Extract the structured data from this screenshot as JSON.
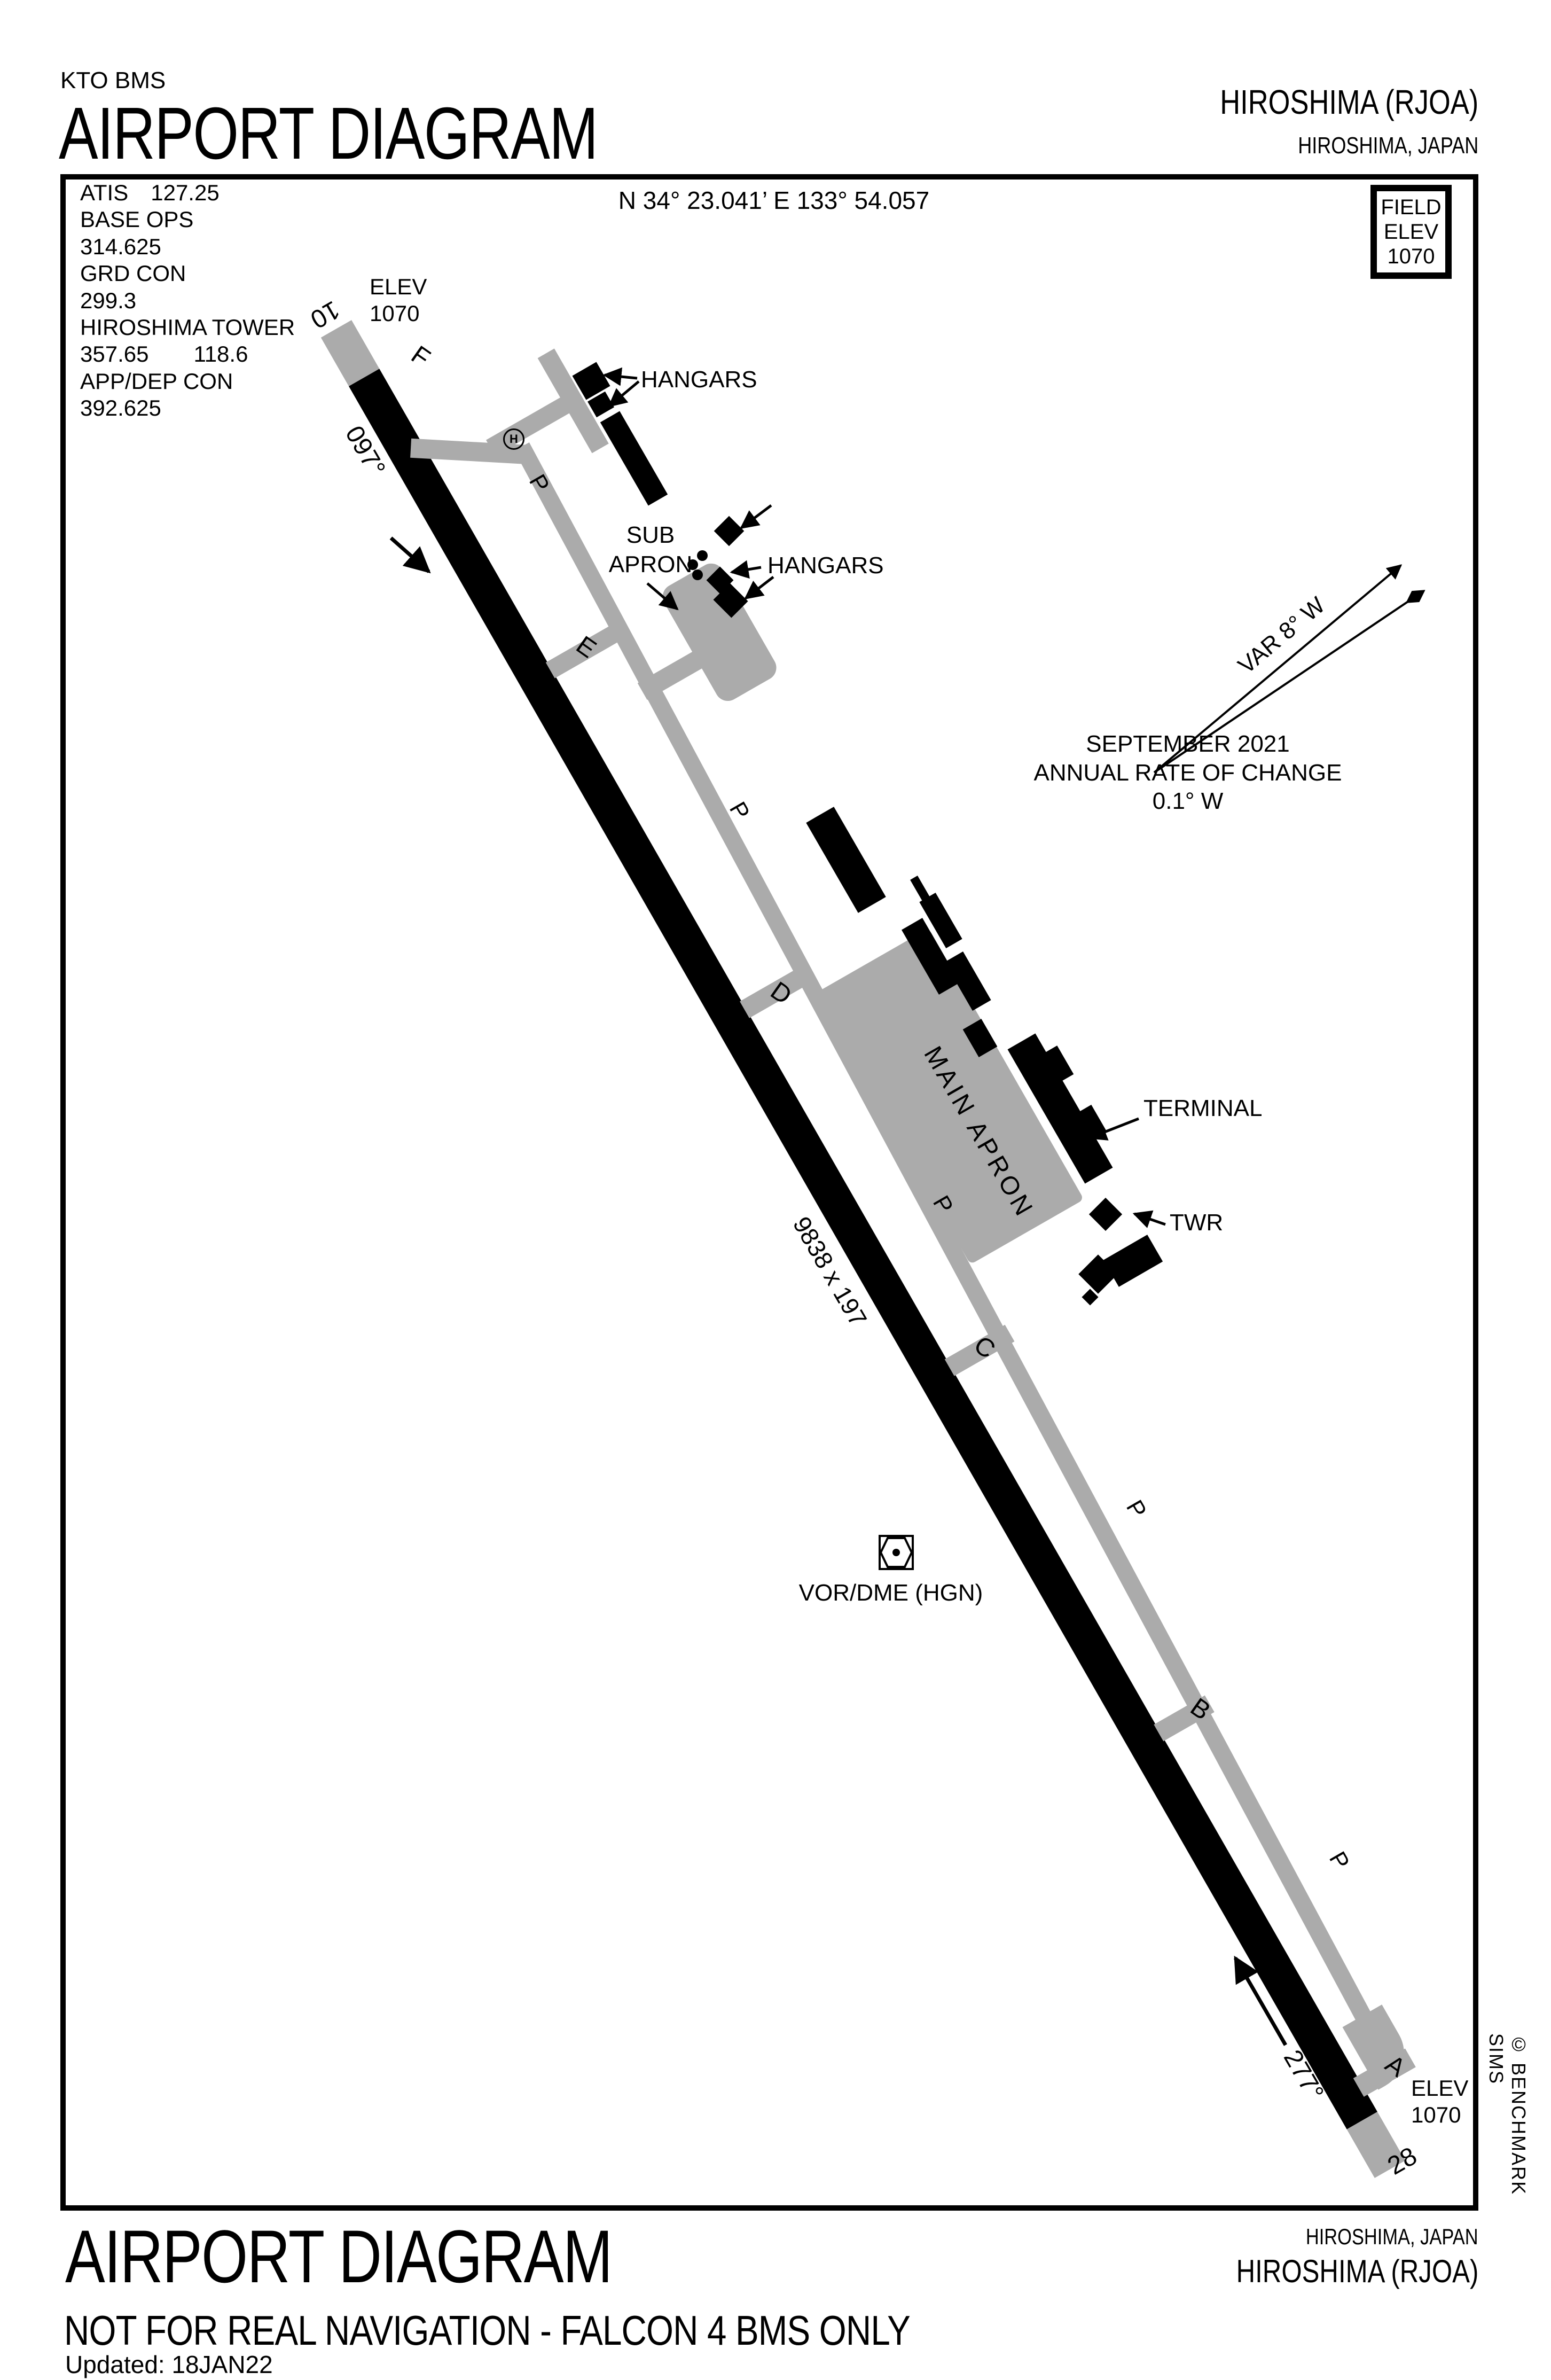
{
  "header": {
    "chart_code": "KTO BMS",
    "title": "AIRPORT DIAGRAM",
    "airport_name": "HIROSHIMA (RJOA)",
    "airport_location": "HIROSHIMA, JAPAN"
  },
  "info": {
    "coordinates": "N 34° 23.041’ E 133° 54.057",
    "field_elev": {
      "l1": "FIELD",
      "l2": "ELEV",
      "l3": "1070"
    },
    "comms": [
      "ATIS  127.25",
      "BASE OPS",
      "314.625",
      "GRD CON",
      "299.3",
      "HIROSHIMA TOWER",
      "357.65    118.6",
      "APP/DEP CON",
      "392.625"
    ]
  },
  "diagram": {
    "runway": {
      "id_north": "10",
      "id_south": "28",
      "heading_north": "097°",
      "heading_south": "277°",
      "dimensions": "9838 x 197",
      "elev_north": {
        "l1": "ELEV",
        "l2": "1070"
      },
      "elev_south": {
        "l1": "ELEV",
        "l2": "1070"
      }
    },
    "taxiways": {
      "f": "F",
      "e": "E",
      "d": "D",
      "c": "C",
      "b": "B",
      "a": "A",
      "h": "H",
      "p": [
        "P",
        "P",
        "P",
        "P",
        "P"
      ]
    },
    "labels": {
      "hangars_top": "HANGARS",
      "hangars_mid": "HANGARS",
      "sub_line1": "SUB",
      "sub_line2": "APRON",
      "main_apron": "MAIN APRON",
      "terminal": "TERMINAL",
      "tower": "TWR",
      "vor": "VOR/DME (HGN)"
    },
    "magnetic": {
      "var_label": "VAR 8° W",
      "date": "SEPTEMBER 2021",
      "rate_line1": "ANNUAL RATE OF CHANGE",
      "rate_line2": "0.1° W"
    }
  },
  "footer": {
    "title": "AIRPORT DIAGRAM",
    "warning": "NOT FOR REAL NAVIGATION - FALCON 4 BMS ONLY",
    "updated": "Updated: 18JAN22",
    "airport_location": "HIROSHIMA, JAPAN",
    "airport_name": "HIROSHIMA (RJOA)",
    "copyright": "© BENCHMARK SIMS"
  },
  "colors": {
    "pavement": "#ababab",
    "building": "#000000",
    "background": "#ffffff"
  }
}
